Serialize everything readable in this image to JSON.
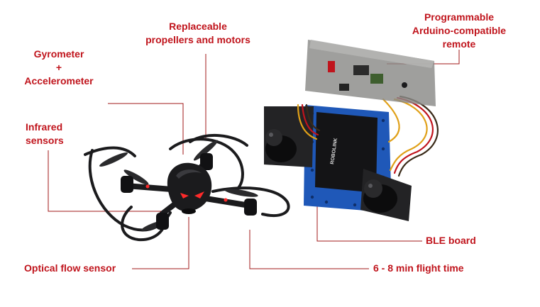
{
  "labels": {
    "propellers": [
      "Replaceable",
      "propellers and motors"
    ],
    "remote": [
      "Programmable",
      "Arduino-compatible",
      "remote"
    ],
    "gyro": [
      "Gyrometer",
      "+",
      "Accelerometer"
    ],
    "infrared": [
      "Infrared",
      "sensors"
    ],
    "ble": "BLE board",
    "optical": "Optical flow sensor",
    "flight": "6 - 8 min flight time",
    "board_print": "ROBOLINK"
  },
  "colors": {
    "label_red": "#c0141c",
    "leader_line": "#a01818",
    "drone_body": "#1b1b1d",
    "board_blue": "#1f58b8",
    "remote_case": "#8a8a88",
    "led_red": "#ff2a2a"
  }
}
